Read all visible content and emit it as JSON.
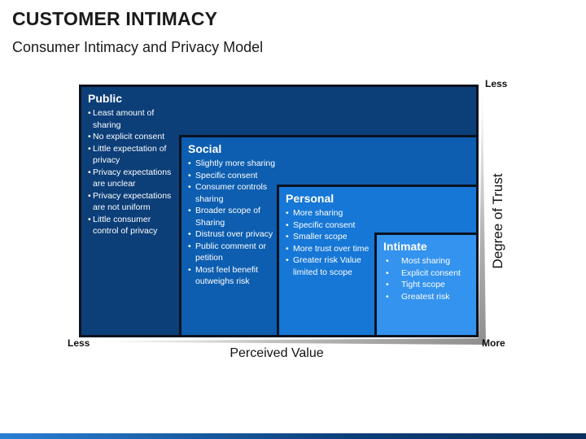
{
  "header": {
    "title": "CUSTOMER INTIMACY",
    "subtitle": "Consumer Intimacy and Privacy Model"
  },
  "levels": [
    {
      "name": "Public",
      "color": "#0c3e78",
      "bullets": [
        "Least amount of sharing",
        "No explicit consent",
        "Little expectation of privacy",
        " Privacy expectations are unclear",
        "Privacy expectations are not uniform",
        "Little consumer control of privacy"
      ]
    },
    {
      "name": "Social",
      "color": "#0d5eb0",
      "bullets": [
        "Slightly more sharing",
        "Specific consent",
        "Consumer controls sharing",
        "Broader scope of Sharing",
        "Distrust over privacy",
        "Public comment or petition",
        "Most feel benefit outweighs risk"
      ]
    },
    {
      "name": "Personal",
      "color": "#1677d6",
      "bullets": [
        "More sharing",
        "Specific consent",
        "Smaller scope",
        "More trust over time",
        "Greater risk Value limited to scope"
      ]
    },
    {
      "name": "Intimate",
      "color": "#3393ee",
      "bullets": [
        "Most sharing",
        "Explicit consent",
        "Tight scope",
        "Greatest risk"
      ]
    }
  ],
  "axes": {
    "x_label": "Perceived Value",
    "x_min_label": "Less",
    "x_max_label": "More",
    "y_label": "Degree of Trust",
    "y_top_label": "Less"
  }
}
